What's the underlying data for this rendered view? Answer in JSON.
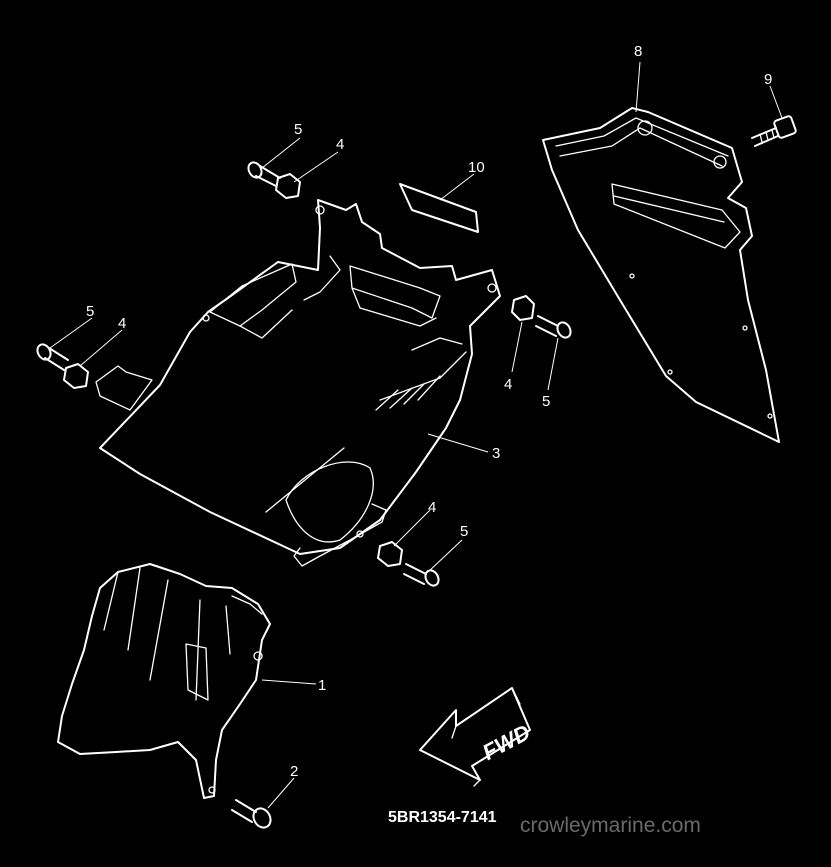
{
  "callouts": {
    "c1": "1",
    "c2": "2",
    "c3": "3",
    "c4a": "4",
    "c4b": "4",
    "c4c": "4",
    "c4d": "4",
    "c5a": "5",
    "c5b": "5",
    "c5c": "5",
    "c5d": "5",
    "c8": "8",
    "c9": "9",
    "c10": "10"
  },
  "fwd_label": "FWD",
  "drawing_number": "5BR1354-7141",
  "watermark": "crowleymarine.com",
  "colors": {
    "background": "#000000",
    "line": "#ffffff",
    "watermark": "#6a6a6a"
  }
}
